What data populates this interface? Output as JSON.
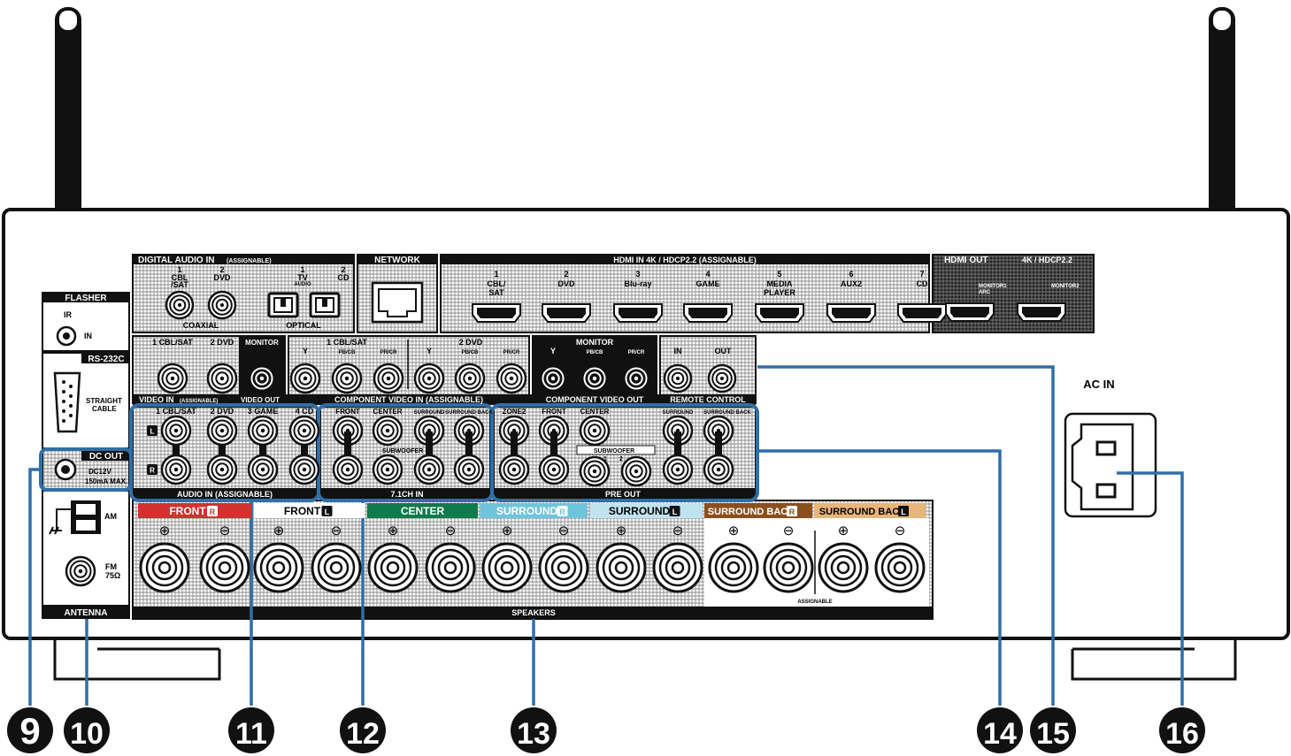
{
  "digital_audio": {
    "title": "DIGITAL AUDIO IN",
    "title_sub": "(ASSIGNABLE)",
    "j1_num": "1",
    "j1_a": "CBL",
    "j1_b": "/SAT",
    "j2_num": "2",
    "j2_a": "DVD",
    "o1_num": "1",
    "o1_a": "TV",
    "o1_b": "AUDIO",
    "o2_num": "2",
    "o2_a": "CD",
    "coaxial": "COAXIAL",
    "optical": "OPTICAL"
  },
  "network": {
    "title": "NETWORK"
  },
  "hdmi_in": {
    "title": "HDMI IN 4K / HDCP2.2 (ASSIGNABLE)",
    "ports": [
      {
        "num": "1",
        "l1": "CBL/",
        "l2": "SAT"
      },
      {
        "num": "2",
        "l1": "DVD",
        "l2": ""
      },
      {
        "num": "3",
        "l1": "Blu-ray",
        "l2": ""
      },
      {
        "num": "4",
        "l1": "GAME",
        "l2": ""
      },
      {
        "num": "5",
        "l1": "MEDIA",
        "l2": "PLAYER"
      },
      {
        "num": "6",
        "l1": "AUX2",
        "l2": ""
      },
      {
        "num": "7",
        "l1": "CD",
        "l2": ""
      }
    ]
  },
  "hdmi_out": {
    "title": "HDMI OUT",
    "spec": "4K / HDCP2.2",
    "m1": "MONITOR1",
    "m1b": "ARC",
    "m2": "MONITOR2"
  },
  "flasher": {
    "title": "FLASHER",
    "ir": "IR",
    "in": "IN"
  },
  "rs232c": {
    "title": "RS-232C",
    "l1": "STRAIGHT",
    "l2": "CABLE"
  },
  "dc_out": {
    "title": "DC OUT",
    "l1": "DC12V",
    "l2": "150mA MAX."
  },
  "antenna": {
    "title": "ANTENNA",
    "am": "AM",
    "fm": "FM",
    "fm_imp": "75Ω"
  },
  "video_in": {
    "c1": "1 CBL/SAT",
    "c2": "2 DVD",
    "monitor": "MONITOR",
    "label": "VIDEO IN",
    "label_sub": "(ASSIGNABLE)",
    "out_label": "VIDEO OUT"
  },
  "component_in": {
    "g1": "1 CBL/SAT",
    "g2": "2 DVD",
    "y": "Y",
    "pb": "PB/CB",
    "pr": "PR/CR",
    "label": "COMPONENT VIDEO IN (ASSIGNABLE)"
  },
  "component_out": {
    "monitor": "MONITOR",
    "label": "COMPONENT VIDEO OUT"
  },
  "remote": {
    "in": "IN",
    "out": "OUT",
    "label": "REMOTE CONTROL"
  },
  "audio_in": {
    "c1": "1 CBL/SAT",
    "c2": "2 DVD",
    "c3": "3 GAME",
    "c4": "4 CD",
    "l": "L",
    "r": "R",
    "label": "AUDIO IN (ASSIGNABLE)"
  },
  "ch71_in": {
    "front": "FRONT",
    "center": "CENTER",
    "surround": "SURROUND",
    "sback": "SURROUND BACK",
    "sub": "SUBWOOFER",
    "label": "7.1CH IN"
  },
  "pre_out": {
    "zone2": "ZONE2",
    "front": "FRONT",
    "center": "CENTER",
    "surround": "SURROUND",
    "sback": "SURROUND BACK",
    "sub": "SUBWOOFER",
    "s1": "1",
    "s2": "2",
    "label": "PRE OUT"
  },
  "speakers": {
    "label": "SPEAKERS",
    "assignable": "ASSIGNABLE",
    "plus": "⊕",
    "minus": "⊖",
    "channels": [
      {
        "name": "FRONT",
        "side": "R",
        "color": "#d2312f",
        "text": "#ffffff"
      },
      {
        "name": "FRONT",
        "side": "L",
        "color": "#ffffff",
        "text": "#000000"
      },
      {
        "name": "CENTER",
        "side": "",
        "color": "#0f7a4b",
        "text": "#ffffff"
      },
      {
        "name": "SURROUND",
        "side": "R",
        "color": "#6fc4dc",
        "text": "#ffffff"
      },
      {
        "name": "SURROUND",
        "side": "L",
        "color": "#bfe4ef",
        "text": "#000000"
      },
      {
        "name": "SURROUND BACK",
        "side": "R",
        "color": "#8b4f1e",
        "text": "#ffffff"
      },
      {
        "name": "SURROUND BACK",
        "side": "L",
        "color": "#e8b57a",
        "text": "#000000"
      }
    ]
  },
  "ac_in": {
    "label": "AC IN"
  },
  "callouts": [
    "9",
    "10",
    "11",
    "12",
    "13",
    "14",
    "15",
    "16"
  ]
}
